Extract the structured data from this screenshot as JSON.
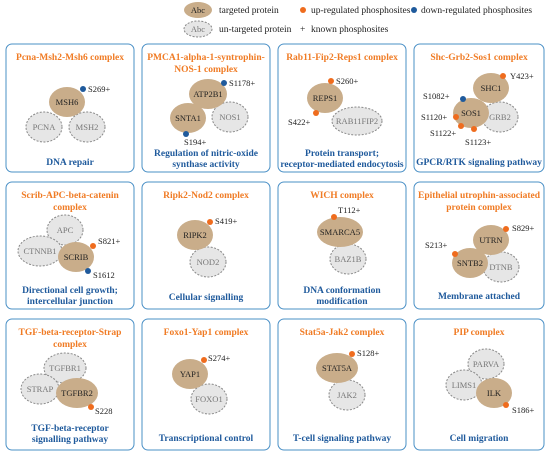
{
  "legend": {
    "abc": "Abc",
    "targeted": "targeted protein",
    "untargeted": "un-targeted protein",
    "up": "up-regulated phosphosites",
    "plus": "+",
    "known": "known phosphosites",
    "down": "down-regulated phosphosites"
  },
  "colors": {
    "targeted": "#c9ad8a",
    "untargeted": "#e6e6e6",
    "up": "#ef6c1e",
    "down": "#1f5a9c",
    "title": "#f07b24",
    "function": "#1f5a9c",
    "border": "#4a90c6"
  },
  "complexes": [
    {
      "title": [
        "Pcna-Msh2-Msh6 complex"
      ],
      "function": [
        "DNA repair"
      ]
    },
    {
      "title": [
        "PMCA1-alpha-1-syntrophin-",
        "NOS-1 complex"
      ],
      "function": [
        "Regulation of nitric-oxide",
        "synthase activity"
      ]
    },
    {
      "title": [
        "Rab11-Fip2-Reps1 complex"
      ],
      "function": [
        "Protein transport;",
        "receptor-mediated endocytosis"
      ]
    },
    {
      "title": [
        "Shc-Grb2-Sos1 complex"
      ],
      "function": [
        "GPCR/RTK signaling pathway"
      ]
    },
    {
      "title": [
        "Scrib-APC-beta-catenin",
        "complex"
      ],
      "function": [
        "Directional cell growth;",
        "intercellular junction"
      ]
    },
    {
      "title": [
        "Ripk2-Nod2 complex"
      ],
      "function": [
        "Cellular signalling"
      ]
    },
    {
      "title": [
        "WICH complex"
      ],
      "function": [
        "DNA conformation",
        "modification"
      ]
    },
    {
      "title": [
        "Epithelial utrophin-associated",
        "protein complex"
      ],
      "function": [
        "Membrane attached"
      ]
    },
    {
      "title": [
        "TGF-beta-receptor-Strap",
        "complex"
      ],
      "function": [
        "TGF-beta-receptor",
        "signalling pathway"
      ]
    },
    {
      "title": [
        "Foxo1-Yap1 complex"
      ],
      "function": [
        "Transcriptional control"
      ]
    },
    {
      "title": [
        "Stat5a-Jak2 complex"
      ],
      "function": [
        "T-cell signaling pathway"
      ]
    },
    {
      "title": [
        "PIP complex"
      ],
      "function": [
        "Cell migration"
      ]
    }
  ],
  "proteins": {
    "MSH6": "MSH6",
    "PCNA": "PCNA",
    "MSH2": "MSH2",
    "ATP2B1": "ATP2B1",
    "SNTA1": "SNTA1",
    "NOS1": "NOS1",
    "REPS1": "REPS1",
    "RAB11FIP2": "RAB11FIP2",
    "SHC1": "SHC1",
    "SOS1": "SOS1",
    "GRB2": "GRB2",
    "APC": "APC",
    "CTNNB1": "CTNNB1",
    "SCRIB": "SCRIB",
    "RIPK2": "RIPK2",
    "NOD2": "NOD2",
    "SMARCA5": "SMARCA5",
    "BAZ1B": "BAZ1B",
    "UTRN": "UTRN",
    "SNTB2": "SNTB2",
    "DTNB": "DTNB",
    "TGFBR1": "TGFBR1",
    "STRAP": "STRAP",
    "TGFBR2": "TGFBR2",
    "YAP1": "YAP1",
    "FOXO1": "FOXO1",
    "STAT5A": "STAT5A",
    "JAK2": "JAK2",
    "PARVA": "PARVA",
    "LIMS1": "LIMS1",
    "ILK": "ILK"
  },
  "sites": {
    "MSH6_S269": "S269+",
    "ATP2B1_S1178": "S1178+",
    "SNTA1_S194": "S194+",
    "REPS1_S260": "S260+",
    "REPS1_S422": "S422+",
    "SHC1_Y423": "Y423+",
    "SOS1_S1082": "S1082+",
    "SOS1_S1120": "S1120+",
    "SOS1_S1122": "S1122+",
    "SOS1_S1123": "S1123+",
    "SCRIB_S821": "S821+",
    "SCRIB_S1612": "S1612",
    "RIPK2_S419": "S419+",
    "SMARCA5_T112": "T112+",
    "UTRN_S829": "S829+",
    "SNTB2_S213": "S213+",
    "TGFBR2_S228": "S228",
    "YAP1_S274": "S274+",
    "STAT5A_S128": "S128+",
    "ILK_S186": "S186+"
  }
}
